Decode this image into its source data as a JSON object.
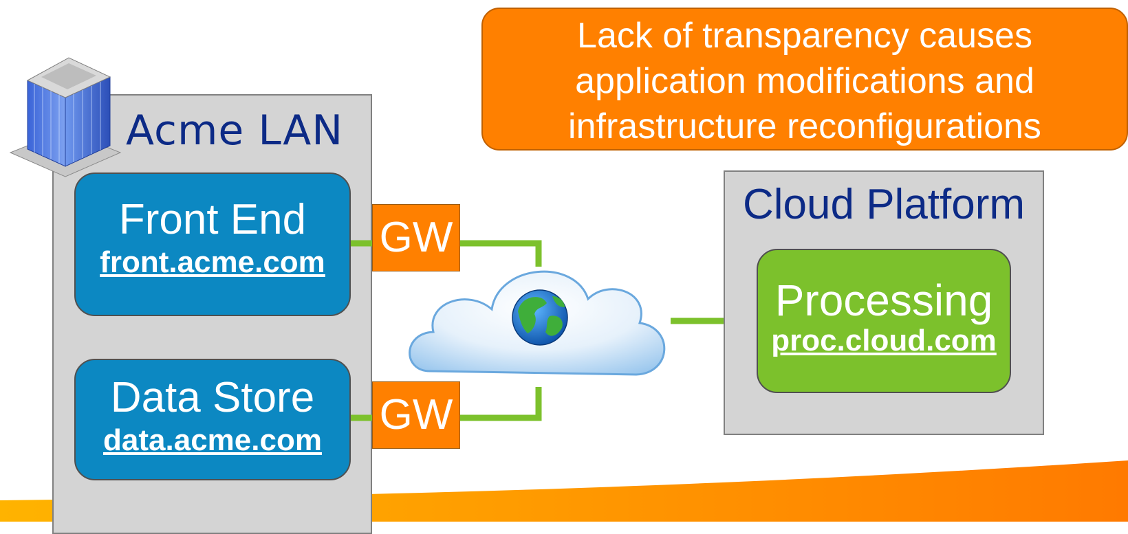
{
  "callout": {
    "lines": [
      "Lack of transparency causes",
      "application modifications and",
      "infrastructure reconfigurations"
    ]
  },
  "lan": {
    "title": "Acme LAN",
    "front_end": {
      "name": "Front End",
      "host": "front.acme.com"
    },
    "data_store": {
      "name": "Data Store",
      "host": "data.acme.com"
    },
    "gateway_label": "GW"
  },
  "cloud_platform": {
    "title": "Cloud Platform",
    "processing": {
      "name": "Processing",
      "host": "proc.cloud.com"
    }
  },
  "colors": {
    "orange": "#ff8000",
    "blue_box": "#0c88c2",
    "green_box": "#7cc12c",
    "link_green": "#7cc12c",
    "navy_text": "#0c2a86",
    "panel_gray": "#d4d4d4"
  },
  "icons": [
    "building-icon",
    "cloud-icon",
    "globe-icon"
  ]
}
